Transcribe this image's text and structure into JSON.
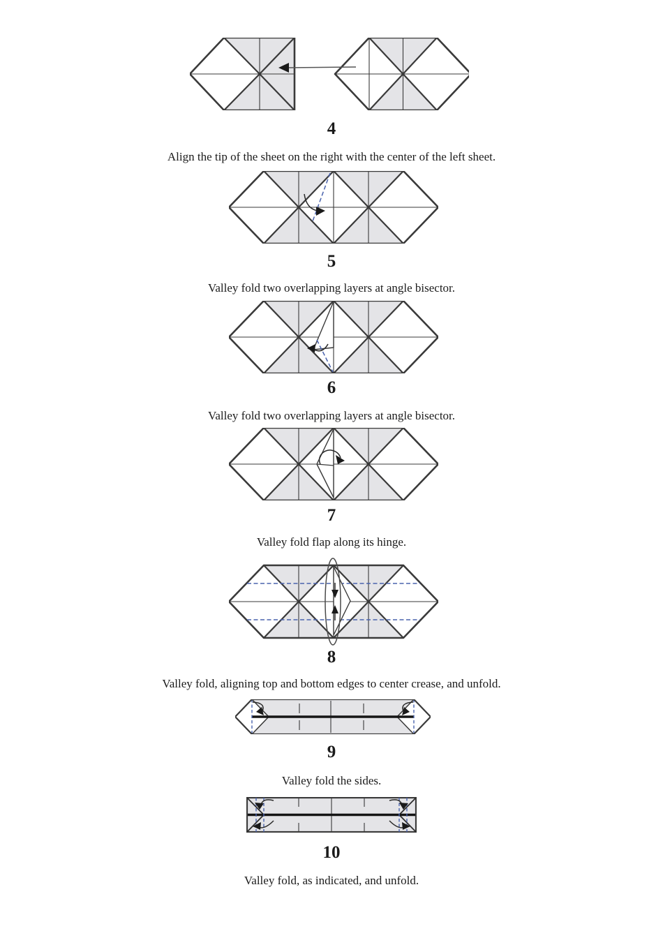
{
  "colors": {
    "paper": "#ffffff",
    "shaded_layer": "#e4e4e7",
    "crease_line": "#3a3a3a",
    "valley_fold_dash": "#4a63ad",
    "arrow_ink": "#1a1a1a"
  },
  "steps": [
    {
      "number": "4",
      "caption": "Align the tip of the sheet on the right with the center of the left sheet."
    },
    {
      "number": "5",
      "caption": "Valley fold two overlapping layers at angle bisector."
    },
    {
      "number": "6",
      "caption": "Valley fold two overlapping layers at angle bisector."
    },
    {
      "number": "7",
      "caption": "Valley fold flap along its hinge."
    },
    {
      "number": "8",
      "caption": "Valley fold, aligning top and bottom edges to center crease, and unfold."
    },
    {
      "number": "9",
      "caption": "Valley fold the sides."
    },
    {
      "number": "10",
      "caption": "Valley fold, as indicated, and unfold."
    }
  ]
}
